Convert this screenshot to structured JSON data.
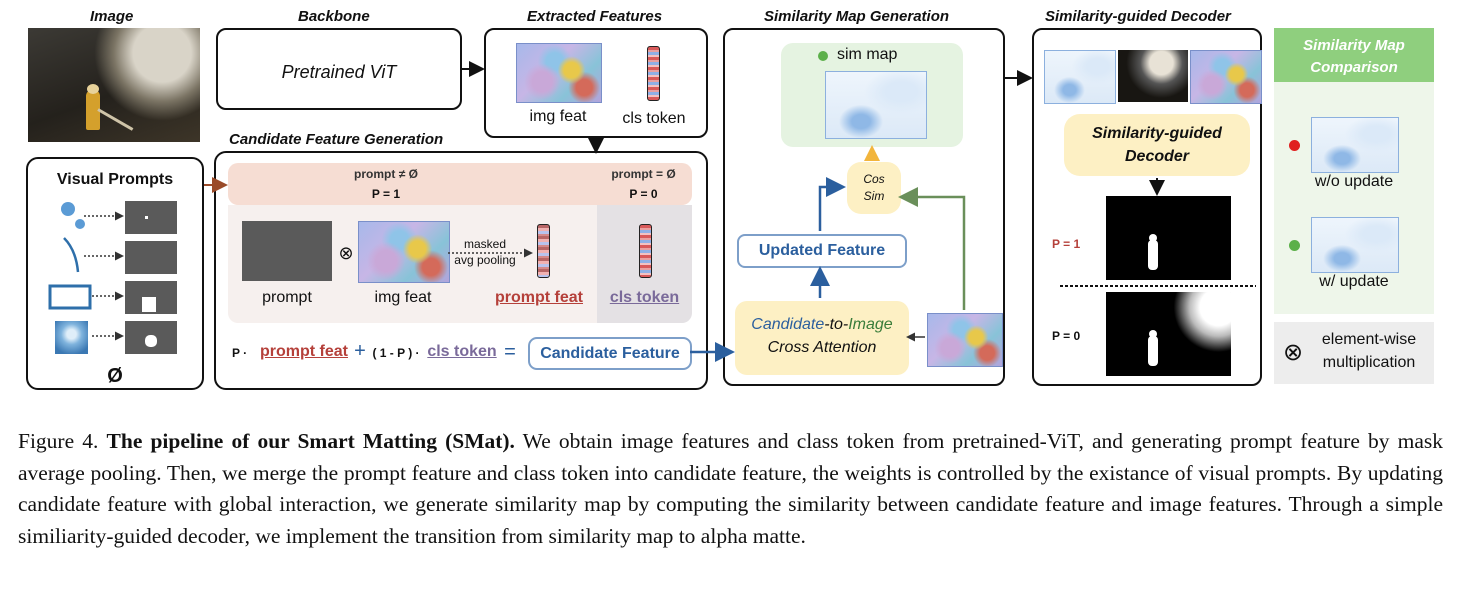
{
  "headers": {
    "image": "Image",
    "backbone": "Backbone",
    "extracted": "Extracted Features",
    "simgen": "Similarity Map Generation",
    "decoder": "Similarity-guided Decoder",
    "candgen": "Candidate Feature Generation"
  },
  "backbone": {
    "label": "Pretrained ViT"
  },
  "extracted": {
    "img_feat": "img feat",
    "cls_token": "cls token"
  },
  "prompts": {
    "title": "Visual Prompts",
    "empty": "Ø"
  },
  "candgen": {
    "cond_left": "prompt ≠ Ø",
    "p_left": "P = 1",
    "cond_right": "prompt = Ø",
    "p_right": "P = 0",
    "prompt": "prompt",
    "img_feat": "img feat",
    "masked": "masked",
    "avg_pooling": "avg pooling",
    "prompt_feat": "prompt feat",
    "cls_token": "cls token",
    "formula_p": "P ·",
    "formula_plus": "+",
    "formula_mid": "( 1 - P ) ·",
    "formula_eq": "=",
    "candidate_feature": "Candidate Feature"
  },
  "simgen": {
    "sim_map": "sim map",
    "cos": "Cos",
    "sim": "Sim",
    "updated_feature": "Updated Feature",
    "cross_candidate": "Candidate",
    "cross_to": "-to-",
    "cross_image": "Image",
    "cross_attention": "Cross Attention"
  },
  "decoder": {
    "box_line1": "Similarity-guided",
    "box_line2": "Decoder",
    "p1": "P = 1",
    "p0": "P = 0"
  },
  "comparison": {
    "title_line1": "Similarity Map",
    "title_line2": "Comparison",
    "wo_update": "w/o update",
    "w_update": "w/ update"
  },
  "legend": {
    "text_line1": "element-wise",
    "text_line2": "multiplication"
  },
  "caption": {
    "label": "Figure 4.",
    "bold": "The pipeline of our Smart Matting (SMat).",
    "body": "We obtain image features and class token from pretrained-ViT, and generating prompt feature by mask average pooling. Then, we merge the prompt feature and class token into candidate feature, the weights is controlled by the existance of visual prompts. By updating candidate feature with global interaction, we generate similarity map by computing the similarity between candidate feature and image features. Through a simple similiarity-guided decoder, we implement the transition from similarity map to alpha matte."
  },
  "colors": {
    "prompt_feat": "#b5403a",
    "cls_token": "#7a6a9a",
    "candidate_blue": "#2b5f9e",
    "comparison_green": "#8fcf7e",
    "decoder_yellow": "#fdf0c4",
    "cross_yellow": "#fdf0c4",
    "simmap_green": "#e5f3e1",
    "band_orange": "#f6ddd3",
    "dot_red": "#e02020",
    "dot_green": "#5cb04a"
  }
}
